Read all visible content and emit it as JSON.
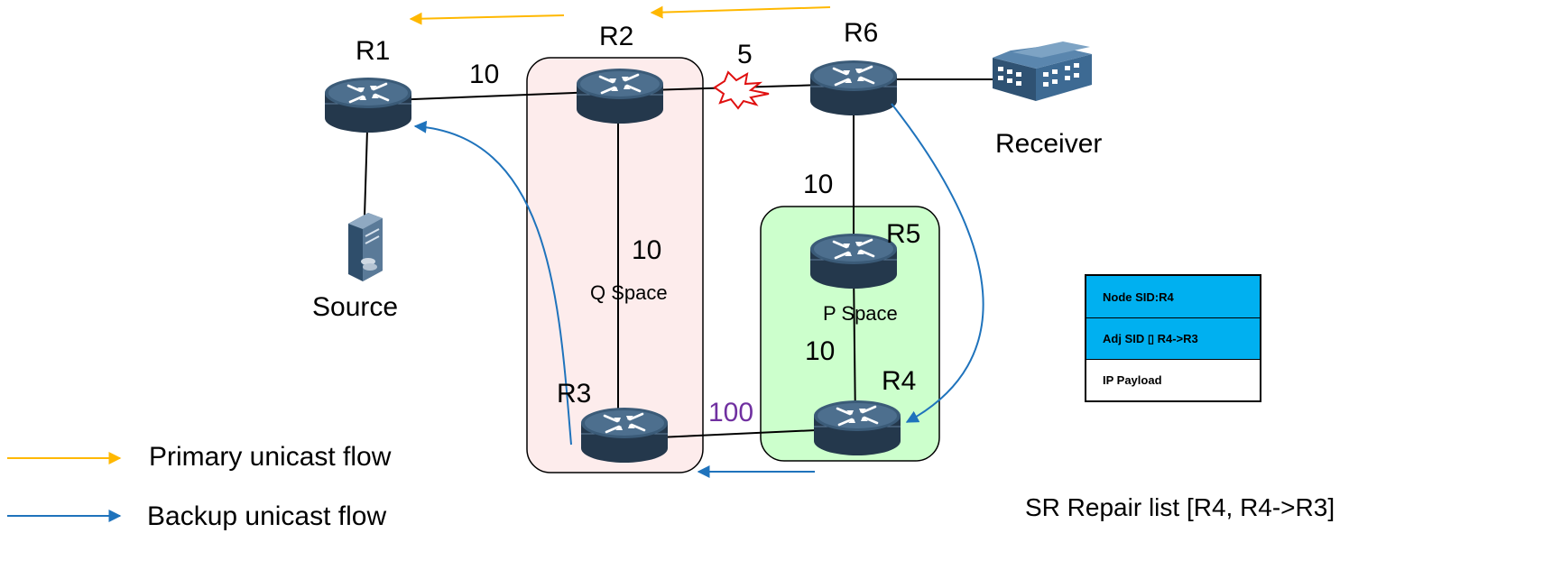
{
  "routers": {
    "r1": "R1",
    "r2": "R2",
    "r3": "R3",
    "r4": "R4",
    "r5": "R5",
    "r6": "R6"
  },
  "links": {
    "r1_r2": "10",
    "r2_r6": "5",
    "r2_r3": "10",
    "r6_r5": "10",
    "r5_r4": "10",
    "r3_r4": "100"
  },
  "spaces": {
    "q": "Q Space",
    "p": "P Space"
  },
  "hosts": {
    "source": "Source",
    "receiver": "Receiver"
  },
  "legend": {
    "primary": "Primary unicast flow",
    "backup": "Backup unicast flow"
  },
  "sid_stack": [
    "Node SID:R4",
    "Adj SID ▯ R4->R3",
    "IP Payload"
  ],
  "repair_list": "SR Repair list [R4, R4->R3]",
  "colors": {
    "primary_flow": "#FFB800",
    "backup_flow": "#1F73BC",
    "q_space_fill": "#FDECEC",
    "p_space_fill": "#CCFFCC",
    "sid_highlight": "#00B0F0",
    "router_body": "#3B5B78",
    "failure": "#E01010",
    "cost_100": "#7030A0"
  }
}
